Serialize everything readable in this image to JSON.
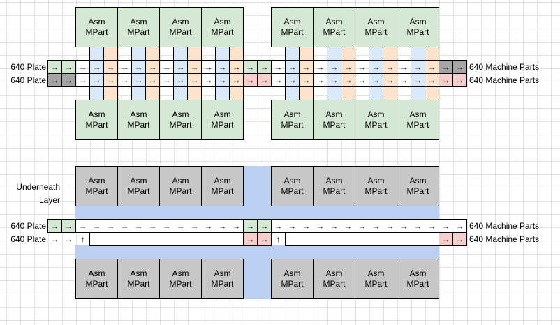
{
  "labels": {
    "plate": "640 Plate",
    "machine_parts": "640 Machine Parts",
    "underneath": "Underneath",
    "layer": "Layer"
  },
  "assembler": {
    "line1": "Asm",
    "line2": "MPart"
  },
  "symbols": {
    "right_arrow": "→",
    "up_arrow": "↑"
  },
  "colors": {
    "assembler_top": "#d5e8d4",
    "assembler_underneath": "#c8c7c7",
    "belt_green": "#d5e8d4",
    "belt_dark": "#a5a5a5",
    "belt_pink": "#f8cecc",
    "inserter_blue": "#dae8fc",
    "inserter_peach": "#fce4cc",
    "floor_blue": "#bcd0f3"
  }
}
